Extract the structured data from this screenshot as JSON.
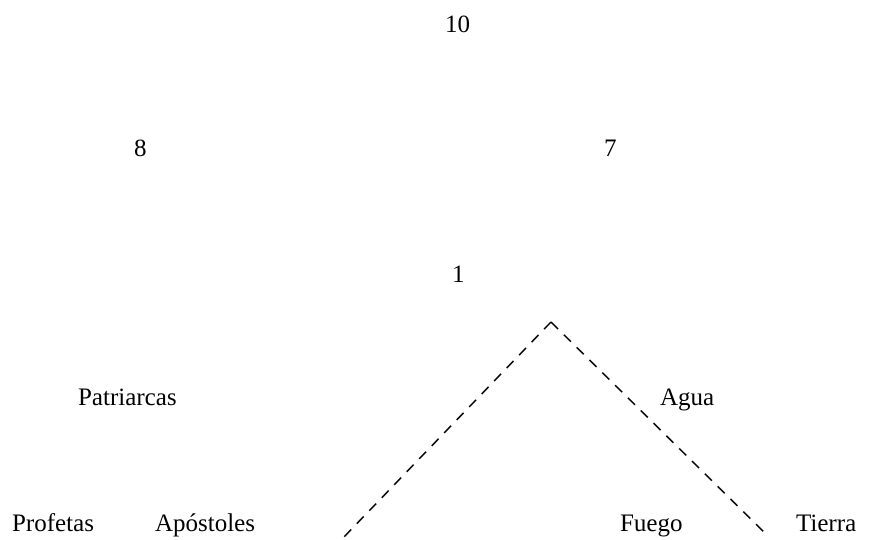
{
  "numbers": {
    "top": "10",
    "left": "8",
    "right": "7",
    "center": "1"
  },
  "words": {
    "patriarcas": "Patriarcas",
    "agua": "Agua",
    "profetas": "Profetas",
    "apostoles": "Apóstoles",
    "fuego": "Fuego",
    "tierra": "Tierra"
  }
}
